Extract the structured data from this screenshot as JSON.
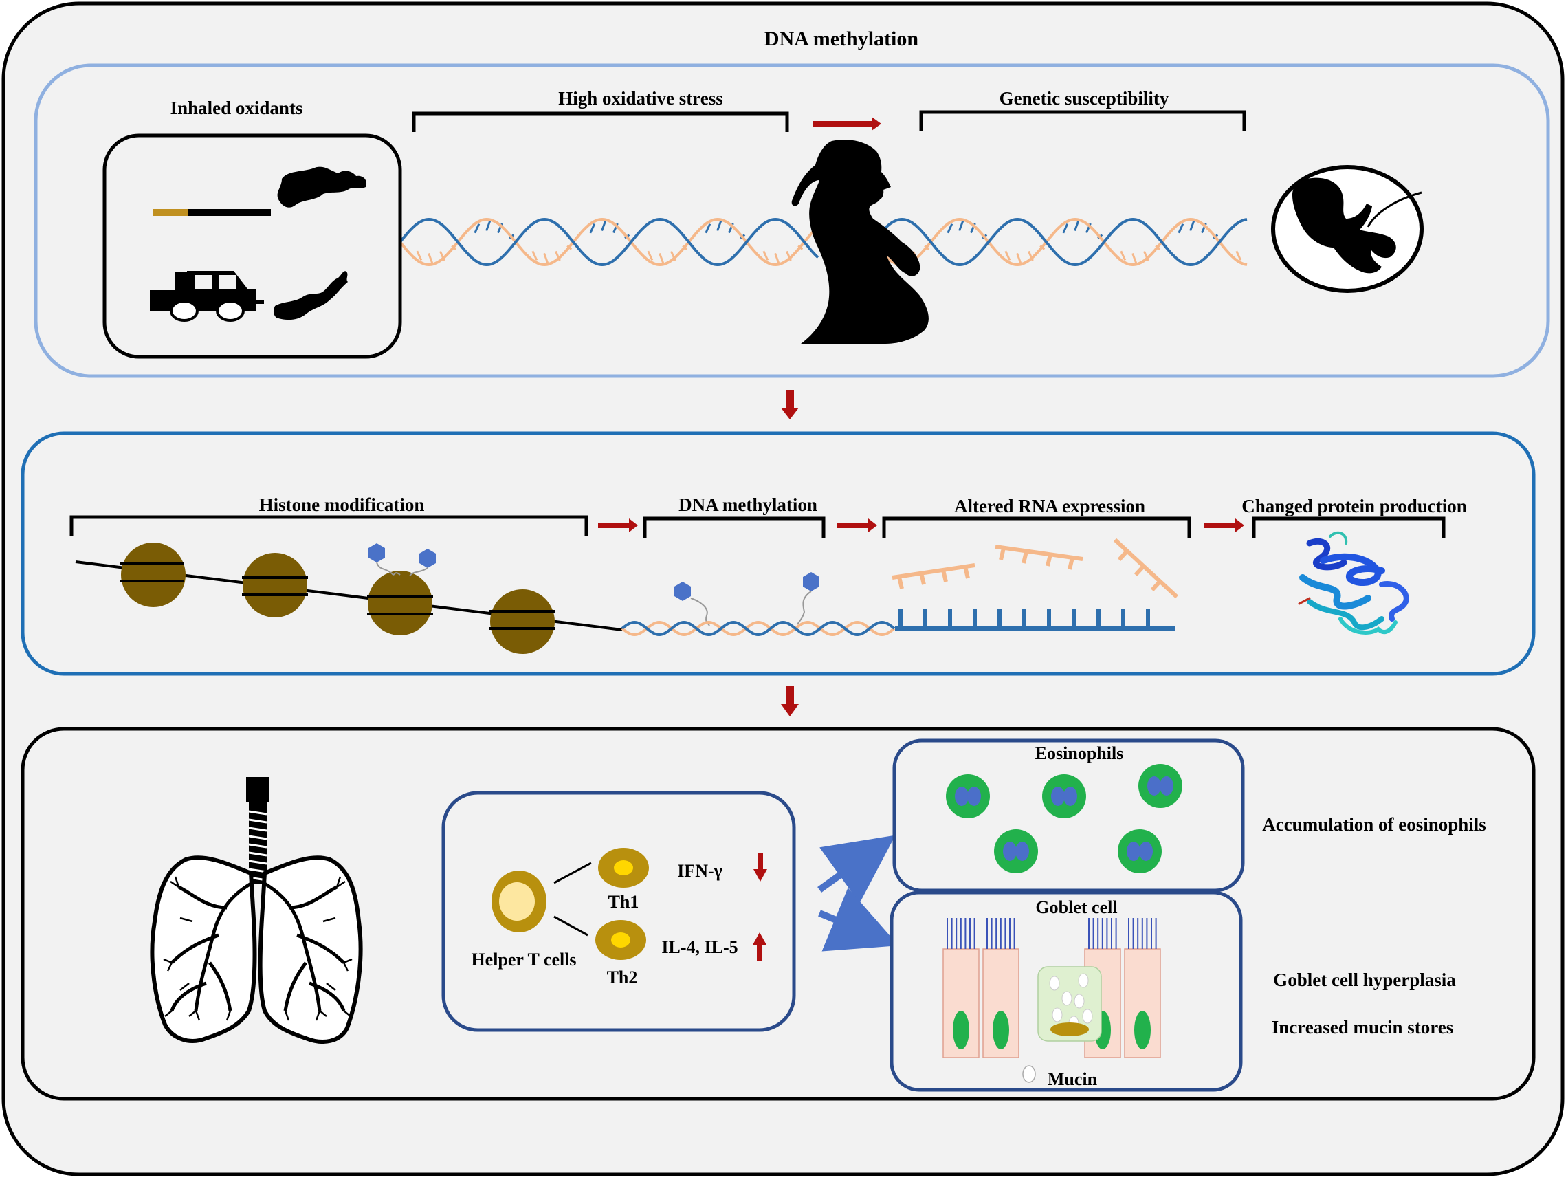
{
  "title": "DNA methylation",
  "panel1": {
    "inhaled_oxidants": "Inhaled oxidants",
    "high_oxidative_stress": "High oxidative stress",
    "genetic_susceptibility": "Genetic susceptibility",
    "icons": [
      "cigarette-icon",
      "smoke-icon",
      "car-icon",
      "exhaust-icon",
      "pregnant-woman-icon",
      "fetus-icon",
      "dna-helix-icon"
    ]
  },
  "panel2": {
    "histone_modification": "Histone modification",
    "dna_methylation": "DNA methylation",
    "altered_rna_expression": "Altered RNA expression",
    "changed_protein_production": "Changed protein production",
    "icons": [
      "nucleosome-icon",
      "methyl-group-icon",
      "rna-strand-icon",
      "protein-structure-icon"
    ]
  },
  "panel3": {
    "eosinophils": "Eosinophils",
    "goblet_cell": "Goblet cell",
    "mucin": "Mucin",
    "helper_t_cells": "Helper T cells",
    "th1": "Th1",
    "th2": "Th2",
    "ifn_gamma": "IFN-γ",
    "il4_il5": "IL-4, IL-5",
    "accumulation": "Accumulation of eosinophils",
    "hyperplasia": "Goblet cell hyperplasia",
    "mucin_stores": "Increased mucin stores",
    "icons": [
      "lungs-icon",
      "t-cell-icon",
      "arrow-down-icon",
      "arrow-up-icon",
      "eosinophil-icon",
      "goblet-cell-icon"
    ]
  },
  "colors": {
    "dna_orange": "#f5b88a",
    "dna_blue": "#2e6fad",
    "arrow_red": "#b01010",
    "nucleosome": "#7a5c05",
    "panel1_border": "#8fb0e0",
    "panel2_border": "#1f6fb5",
    "panel3_border": "#000000",
    "inner_border": "#2a4a8a",
    "eosinophil_green": "#22b14c",
    "eosinophil_nucleus": "#4b6fc9",
    "tcell_gold": "#b8900e",
    "cell_pink": "#fadcd0"
  }
}
